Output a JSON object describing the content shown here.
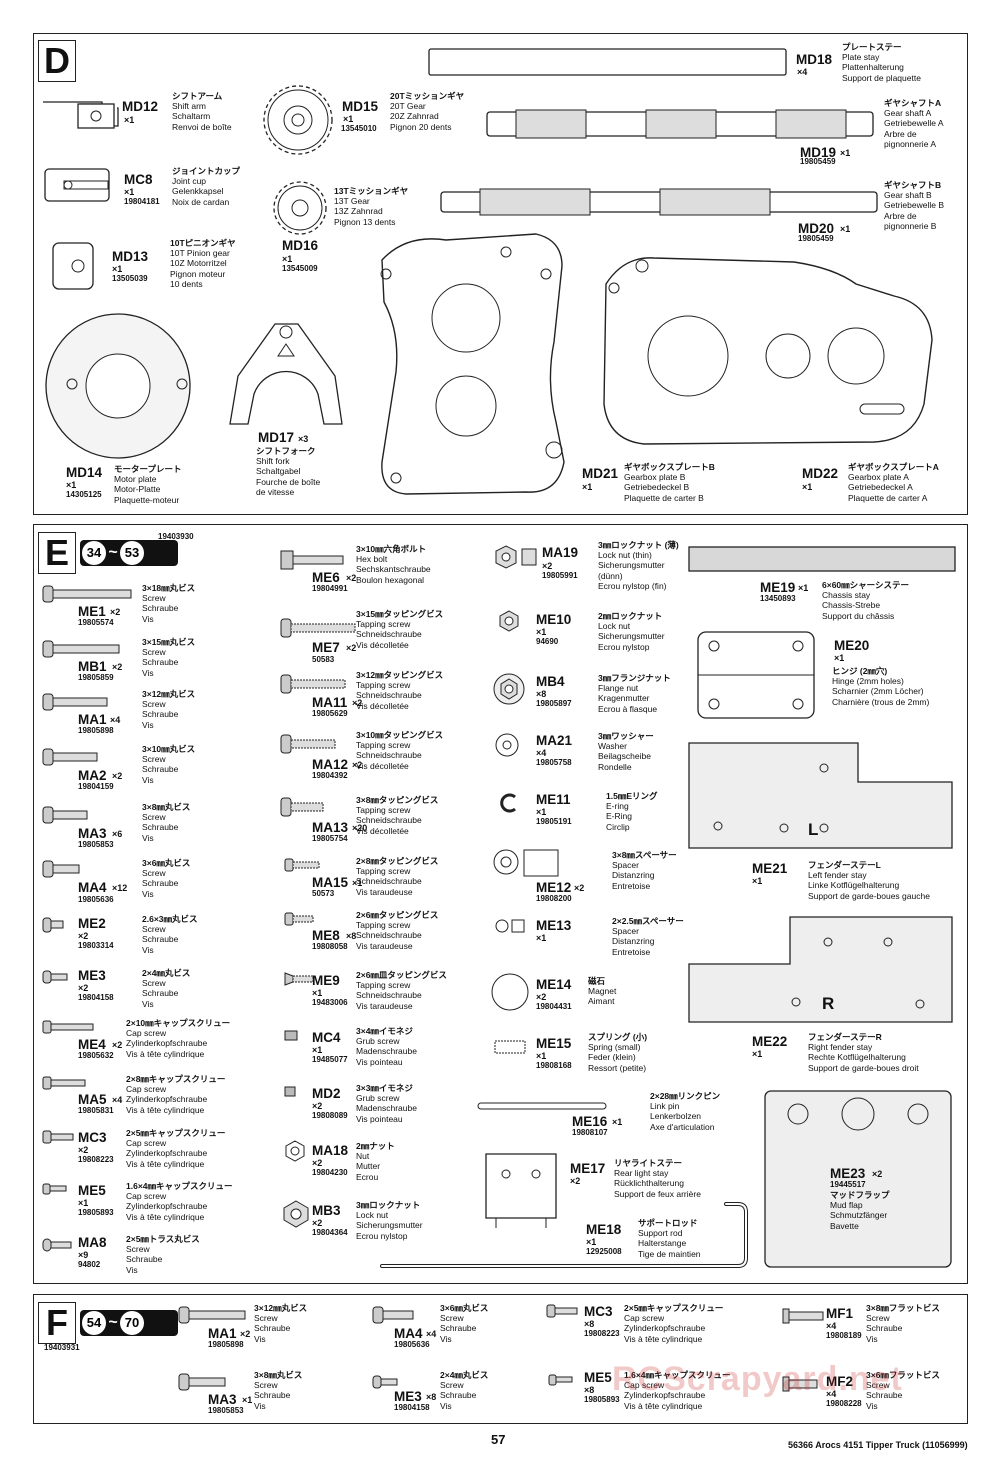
{
  "sections": {
    "D": {
      "letter": "D"
    },
    "E": {
      "letter": "E",
      "steps_from": "34",
      "steps_sep": "~",
      "steps_to": "53",
      "bag": "19403930"
    },
    "F": {
      "letter": "F",
      "steps_from": "54",
      "steps_sep": "~",
      "steps_to": "70",
      "bag": "19403931"
    }
  },
  "parts_d": [
    {
      "id": "md18",
      "code": "MD18",
      "qty": "×4",
      "pno": "",
      "jp": "プレートステー",
      "l1": "Plate stay",
      "l2": "Plattenhalterung",
      "l3": "Support de plaquette",
      "l4": ""
    },
    {
      "id": "md12",
      "code": "MD12",
      "qty": "×1",
      "pno": "",
      "jp": "シフトアーム",
      "l1": "Shift arm",
      "l2": "Schaltarm",
      "l3": "Renvoi de boîte",
      "l4": ""
    },
    {
      "id": "md15",
      "code": "MD15",
      "qty": "×1",
      "pno": "13545010",
      "jp": "20Tミッションギヤ",
      "l1": "20T Gear",
      "l2": "20Z Zahnrad",
      "l3": "Pignon 20 dents",
      "l4": ""
    },
    {
      "id": "md19",
      "code": "MD19",
      "qty": "×1",
      "pno": "19805459",
      "jp": "ギヤシャフトA",
      "l1": "Gear shaft A",
      "l2": "Getriebewelle A",
      "l3": "Arbre de",
      "l4": "pignonnerie A"
    },
    {
      "id": "mc8",
      "code": "MC8",
      "qty": "×1",
      "pno": "19804181",
      "jp": "ジョイントカップ",
      "l1": "Joint cup",
      "l2": "Gelenkkapsel",
      "l3": "Noix de cardan",
      "l4": ""
    },
    {
      "id": "md16",
      "code": "MD16",
      "qty": "×1",
      "pno": "13545009",
      "jp": "13Tミッションギヤ",
      "l1": "13T Gear",
      "l2": "13Z Zahnrad",
      "l3": "Pignon 13 dents",
      "l4": ""
    },
    {
      "id": "md20",
      "code": "MD20",
      "qty": "×1",
      "pno": "19805459",
      "jp": "ギヤシャフトB",
      "l1": "Gear shaft B",
      "l2": "Getriebewelle B",
      "l3": "Arbre de",
      "l4": "pignonnerie B"
    },
    {
      "id": "md13",
      "code": "MD13",
      "qty": "×1",
      "pno": "13505039",
      "jp": "10Tピニオンギヤ",
      "l1": "10T Pinion gear",
      "l2": "10Z Motorritzel",
      "l3": "Pignon moteur",
      "l4": "10 dents"
    },
    {
      "id": "md14",
      "code": "MD14",
      "qty": "×1",
      "pno": "14305125",
      "jp": "モータープレート",
      "l1": "Motor plate",
      "l2": "Motor-Platte",
      "l3": "Plaquette-moteur",
      "l4": ""
    },
    {
      "id": "md17",
      "code": "MD17",
      "qty": "×3",
      "pno": "",
      "jp": "シフトフォーク",
      "l1": "Shift fork",
      "l2": "Schaltgabel",
      "l3": "Fourche de boîte",
      "l4": "de vitesse"
    },
    {
      "id": "md21",
      "code": "MD21",
      "qty": "×1",
      "pno": "",
      "jp": "ギヤボックスプレートB",
      "l1": "Gearbox plate B",
      "l2": "Getriebedeckel B",
      "l3": "Plaquette de carter B",
      "l4": ""
    },
    {
      "id": "md22",
      "code": "MD22",
      "qty": "×1",
      "pno": "",
      "jp": "ギヤボックスプレートA",
      "l1": "Gearbox plate A",
      "l2": "Getriebedeckel A",
      "l3": "Plaquette de carter A",
      "l4": ""
    }
  ],
  "parts_e": [
    {
      "id": "me1",
      "code": "ME1",
      "qty": "×2",
      "pno": "19805574",
      "jp": "3×18㎜丸ビス",
      "l1": "Screw",
      "l2": "Schraube",
      "l3": "Vis"
    },
    {
      "id": "mb1",
      "code": "MB1",
      "qty": "×2",
      "pno": "19805859",
      "jp": "3×15㎜丸ビス",
      "l1": "Screw",
      "l2": "Schraube",
      "l3": "Vis"
    },
    {
      "id": "ma1",
      "code": "MA1",
      "qty": "×4",
      "pno": "19805898",
      "jp": "3×12㎜丸ビス",
      "l1": "Screw",
      "l2": "Schraube",
      "l3": "Vis"
    },
    {
      "id": "ma2",
      "code": "MA2",
      "qty": "×2",
      "pno": "19804159",
      "jp": "3×10㎜丸ビス",
      "l1": "Screw",
      "l2": "Schraube",
      "l3": "Vis"
    },
    {
      "id": "ma3",
      "code": "MA3",
      "qty": "×6",
      "pno": "19805853",
      "jp": "3×8㎜丸ビス",
      "l1": "Screw",
      "l2": "Schraube",
      "l3": "Vis"
    },
    {
      "id": "ma4",
      "code": "MA4",
      "qty": "×12",
      "pno": "19805636",
      "jp": "3×6㎜丸ビス",
      "l1": "Screw",
      "l2": "Schraube",
      "l3": "Vis"
    },
    {
      "id": "me2",
      "code": "ME2",
      "qty": "×2",
      "pno": "19803314",
      "jp": "2.6×3㎜丸ビス",
      "l1": "Screw",
      "l2": "Schraube",
      "l3": "Vis"
    },
    {
      "id": "me3",
      "code": "ME3",
      "qty": "×2",
      "pno": "19804158",
      "jp": "2×4㎜丸ビス",
      "l1": "Screw",
      "l2": "Schraube",
      "l3": "Vis"
    },
    {
      "id": "me4",
      "code": "ME4",
      "qty": "×2",
      "pno": "19805632",
      "jp": "2×10㎜キャップスクリュー",
      "l1": "Cap screw",
      "l2": "Zylinderkopfschraube",
      "l3": "Vis à tête cylindrique"
    },
    {
      "id": "ma5",
      "code": "MA5",
      "qty": "×4",
      "pno": "19805831",
      "jp": "2×8㎜キャップスクリュー",
      "l1": "Cap screw",
      "l2": "Zylinderkopfschraube",
      "l3": "Vis à tête cylindrique"
    },
    {
      "id": "mc3",
      "code": "MC3",
      "qty": "×2",
      "pno": "19808223",
      "jp": "2×5㎜キャップスクリュー",
      "l1": "Cap screw",
      "l2": "Zylinderkopfschraube",
      "l3": "Vis à tête cylindrique"
    },
    {
      "id": "me5",
      "code": "ME5",
      "qty": "×1",
      "pno": "19805893",
      "jp": "1.6×4㎜キャップスクリュー",
      "l1": "Cap screw",
      "l2": "Zylinderkopfschraube",
      "l3": "Vis à tête cylindrique"
    },
    {
      "id": "ma8",
      "code": "MA8",
      "qty": "×9",
      "pno": "94802",
      "jp": "2×5㎜トラス丸ビス",
      "l1": "Screw",
      "l2": "Schraube",
      "l3": "Vis"
    },
    {
      "id": "me6",
      "code": "ME6",
      "qty": "×2",
      "pno": "19804991",
      "jp": "3×10㎜六角ボルト",
      "l1": "Hex bolt",
      "l2": "Sechskantschraube",
      "l3": "Boulon hexagonal"
    },
    {
      "id": "me7",
      "code": "ME7",
      "qty": "×2",
      "pno": "50583",
      "jp": "3×15㎜タッピングビス",
      "l1": "Tapping screw",
      "l2": "Schneidschraube",
      "l3": "Vis décolletée"
    },
    {
      "id": "ma11",
      "code": "MA11",
      "qty": "×2",
      "pno": "19805629",
      "jp": "3×12㎜タッピングビス",
      "l1": "Tapping screw",
      "l2": "Schneidschraube",
      "l3": "Vis décolletée"
    },
    {
      "id": "ma12",
      "code": "MA12",
      "qty": "×2",
      "pno": "19804392",
      "jp": "3×10㎜タッピングビス",
      "l1": "Tapping screw",
      "l2": "Schneidschraube",
      "l3": "Vis décolletée"
    },
    {
      "id": "ma13",
      "code": "MA13",
      "qty": "×20",
      "pno": "19805754",
      "jp": "3×8㎜タッピングビス",
      "l1": "Tapping screw",
      "l2": "Schneidschraube",
      "l3": "Vis décolletée"
    },
    {
      "id": "ma15",
      "code": "MA15",
      "qty": "×1",
      "pno": "50573",
      "jp": "2×8㎜タッピングビス",
      "l1": "Tapping screw",
      "l2": "Schneidschraube",
      "l3": "Vis taraudeuse"
    },
    {
      "id": "me8",
      "code": "ME8",
      "qty": "×8",
      "pno": "19808058",
      "jp": "2×6㎜タッピングビス",
      "l1": "Tapping screw",
      "l2": "Schneidschraube",
      "l3": "Vis taraudeuse"
    },
    {
      "id": "me9",
      "code": "ME9",
      "qty": "×1",
      "pno": "19483006",
      "jp": "2×6㎜皿タッピングビス",
      "l1": "Tapping screw",
      "l2": "Schneidschraube",
      "l3": "Vis taraudeuse"
    },
    {
      "id": "mc4",
      "code": "MC4",
      "qty": "×1",
      "pno": "19485077",
      "jp": "3×4㎜イモネジ",
      "l1": "Grub screw",
      "l2": "Madenschraube",
      "l3": "Vis pointeau"
    },
    {
      "id": "md2",
      "code": "MD2",
      "qty": "×2",
      "pno": "19808089",
      "jp": "3×3㎜イモネジ",
      "l1": "Grub screw",
      "l2": "Madenschraube",
      "l3": "Vis pointeau"
    },
    {
      "id": "ma18",
      "code": "MA18",
      "qty": "×2",
      "pno": "19804230",
      "jp": "2㎜ナット",
      "l1": "Nut",
      "l2": "Mutter",
      "l3": "Ecrou"
    },
    {
      "id": "mb3",
      "code": "MB3",
      "qty": "×2",
      "pno": "19804364",
      "jp": "3㎜ロックナット",
      "l1": "Lock nut",
      "l2": "Sicherungsmutter",
      "l3": "Ecrou nylstop"
    },
    {
      "id": "ma19",
      "code": "MA19",
      "qty": "×2",
      "pno": "19805991",
      "jp": "3㎜ロックナット (薄)",
      "l1": "Lock nut (thin)",
      "l2": "Sicherungsmutter",
      "l3": "(dünn)",
      "l4": "Ecrou nylstop (fin)"
    },
    {
      "id": "me10",
      "code": "ME10",
      "qty": "×1",
      "pno": "94690",
      "jp": "2㎜ロックナット",
      "l1": "Lock nut",
      "l2": "Sicherungsmutter",
      "l3": "Ecrou nylstop"
    },
    {
      "id": "mb4",
      "code": "MB4",
      "qty": "×8",
      "pno": "19805897",
      "jp": "3㎜フランジナット",
      "l1": "Flange nut",
      "l2": "Kragenmutter",
      "l3": "Ecrou à flasque"
    },
    {
      "id": "ma21",
      "code": "MA21",
      "qty": "×4",
      "pno": "19805758",
      "jp": "3㎜ワッシャー",
      "l1": "Washer",
      "l2": "Beilagscheibe",
      "l3": "Rondelle"
    },
    {
      "id": "me11",
      "code": "ME11",
      "qty": "×1",
      "pno": "19805191",
      "jp": "1.5㎜Eリング",
      "l1": "E-ring",
      "l2": "E-Ring",
      "l3": "Circlip"
    },
    {
      "id": "me12",
      "code": "ME12",
      "qty": "×2",
      "pno": "19808200",
      "jp": "3×8㎜スペーサー",
      "l1": "Spacer",
      "l2": "Distanzring",
      "l3": "Entretoise"
    },
    {
      "id": "me13",
      "code": "ME13",
      "qty": "×1",
      "pno": "",
      "jp": "2×2.5㎜スペーサー",
      "l1": "Spacer",
      "l2": "Distanzring",
      "l3": "Entretoise"
    },
    {
      "id": "me14",
      "code": "ME14",
      "qty": "×2",
      "pno": "19804431",
      "jp": "磁石",
      "l1": "Magnet",
      "l2": "Aimant",
      "l3": ""
    },
    {
      "id": "me15",
      "code": "ME15",
      "qty": "×1",
      "pno": "19808168",
      "jp": "スプリング (小)",
      "l1": "Spring (small)",
      "l2": "Feder (klein)",
      "l3": "Ressort (petite)"
    },
    {
      "id": "me16",
      "code": "ME16",
      "qty": "×1",
      "pno": "19808107",
      "jp": "2×28㎜リンクピン",
      "l1": "Link pin",
      "l2": "Lenkerbolzen",
      "l3": "Axe d'articulation"
    },
    {
      "id": "me17",
      "code": "ME17",
      "qty": "×2",
      "pno": "",
      "jp": "リヤライトステー",
      "l1": "Rear light stay",
      "l2": "Rücklichthalterung",
      "l3": "Support de feux arrière"
    },
    {
      "id": "me18",
      "code": "ME18",
      "qty": "×1",
      "pno": "12925008",
      "jp": "サポートロッド",
      "l1": "Support rod",
      "l2": "Halterstange",
      "l3": "Tige de maintien"
    },
    {
      "id": "me19",
      "code": "ME19",
      "qty": "×1",
      "pno": "13450893",
      "jp": "6×60㎜シャーシステー",
      "l1": "Chassis stay",
      "l2": "Chassis-Strebe",
      "l3": "Support du châssis"
    },
    {
      "id": "me20",
      "code": "ME20",
      "qty": "×1",
      "pno": "",
      "jp": "ヒンジ (2㎜穴)",
      "l1": "Hinge (2mm holes)",
      "l2": "Scharnier (2mm Löcher)",
      "l3": "Charnière (trous de 2mm)"
    },
    {
      "id": "me21",
      "code": "ME21",
      "qty": "×1",
      "pno": "",
      "jp": "フェンダーステーL",
      "l1": "Left fender stay",
      "l2": "Linke Kotflügelhalterung",
      "l3": "Support de garde-boues gauche"
    },
    {
      "id": "me22",
      "code": "ME22",
      "qty": "×1",
      "pno": "",
      "jp": "フェンダーステーR",
      "l1": "Right fender stay",
      "l2": "Rechte Kotflügelhalterung",
      "l3": "Support de garde-boues droit"
    },
    {
      "id": "me23",
      "code": "ME23",
      "qty": "×2",
      "pno": "19445517",
      "jp": "マッドフラップ",
      "l1": "Mud flap",
      "l2": "Schmutzfänger",
      "l3": "Bavette"
    }
  ],
  "plate_letters": {
    "left": "L",
    "right": "R"
  },
  "parts_f": [
    {
      "id": "fma1",
      "code": "MA1",
      "qty": "×2",
      "pno": "19805898",
      "jp": "3×12㎜丸ビス",
      "l1": "Screw",
      "l2": "Schraube",
      "l3": "Vis"
    },
    {
      "id": "fma4",
      "code": "MA4",
      "qty": "×4",
      "pno": "19805636",
      "jp": "3×6㎜丸ビス",
      "l1": "Screw",
      "l2": "Schraube",
      "l3": "Vis"
    },
    {
      "id": "fmc3",
      "code": "MC3",
      "qty": "×8",
      "pno": "19808223",
      "jp": "2×5㎜キャップスクリュー",
      "l1": "Cap screw",
      "l2": "Zylinderkopfschraube",
      "l3": "Vis à tête cylindrique"
    },
    {
      "id": "fmf1",
      "code": "MF1",
      "qty": "×4",
      "pno": "19808189",
      "jp": "3×8㎜フラットビス",
      "l1": "Screw",
      "l2": "Schraube",
      "l3": "Vis"
    },
    {
      "id": "fma3",
      "code": "MA3",
      "qty": "×1",
      "pno": "19805853",
      "jp": "3×8㎜丸ビス",
      "l1": "Screw",
      "l2": "Schraube",
      "l3": "Vis"
    },
    {
      "id": "fme3",
      "code": "ME3",
      "qty": "×8",
      "pno": "19804158",
      "jp": "2×4㎜丸ビス",
      "l1": "Screw",
      "l2": "Schraube",
      "l3": "Vis"
    },
    {
      "id": "fme5",
      "code": "ME5",
      "qty": "×8",
      "pno": "19805893",
      "jp": "1.6×4㎜キャップスクリュー",
      "l1": "Cap screw",
      "l2": "Zylinderkopfschraube",
      "l3": "Vis à tête cylindrique"
    },
    {
      "id": "fmf2",
      "code": "MF2",
      "qty": "×4",
      "pno": "19808228",
      "jp": "3×6㎜フラットビス",
      "l1": "Screw",
      "l2": "Schraube",
      "l3": "Vis"
    }
  ],
  "footer": {
    "page": "57",
    "title": "56366 Arocs 4151 Tipper Truck (11056999)"
  },
  "watermark": "RCScrapyard.net"
}
